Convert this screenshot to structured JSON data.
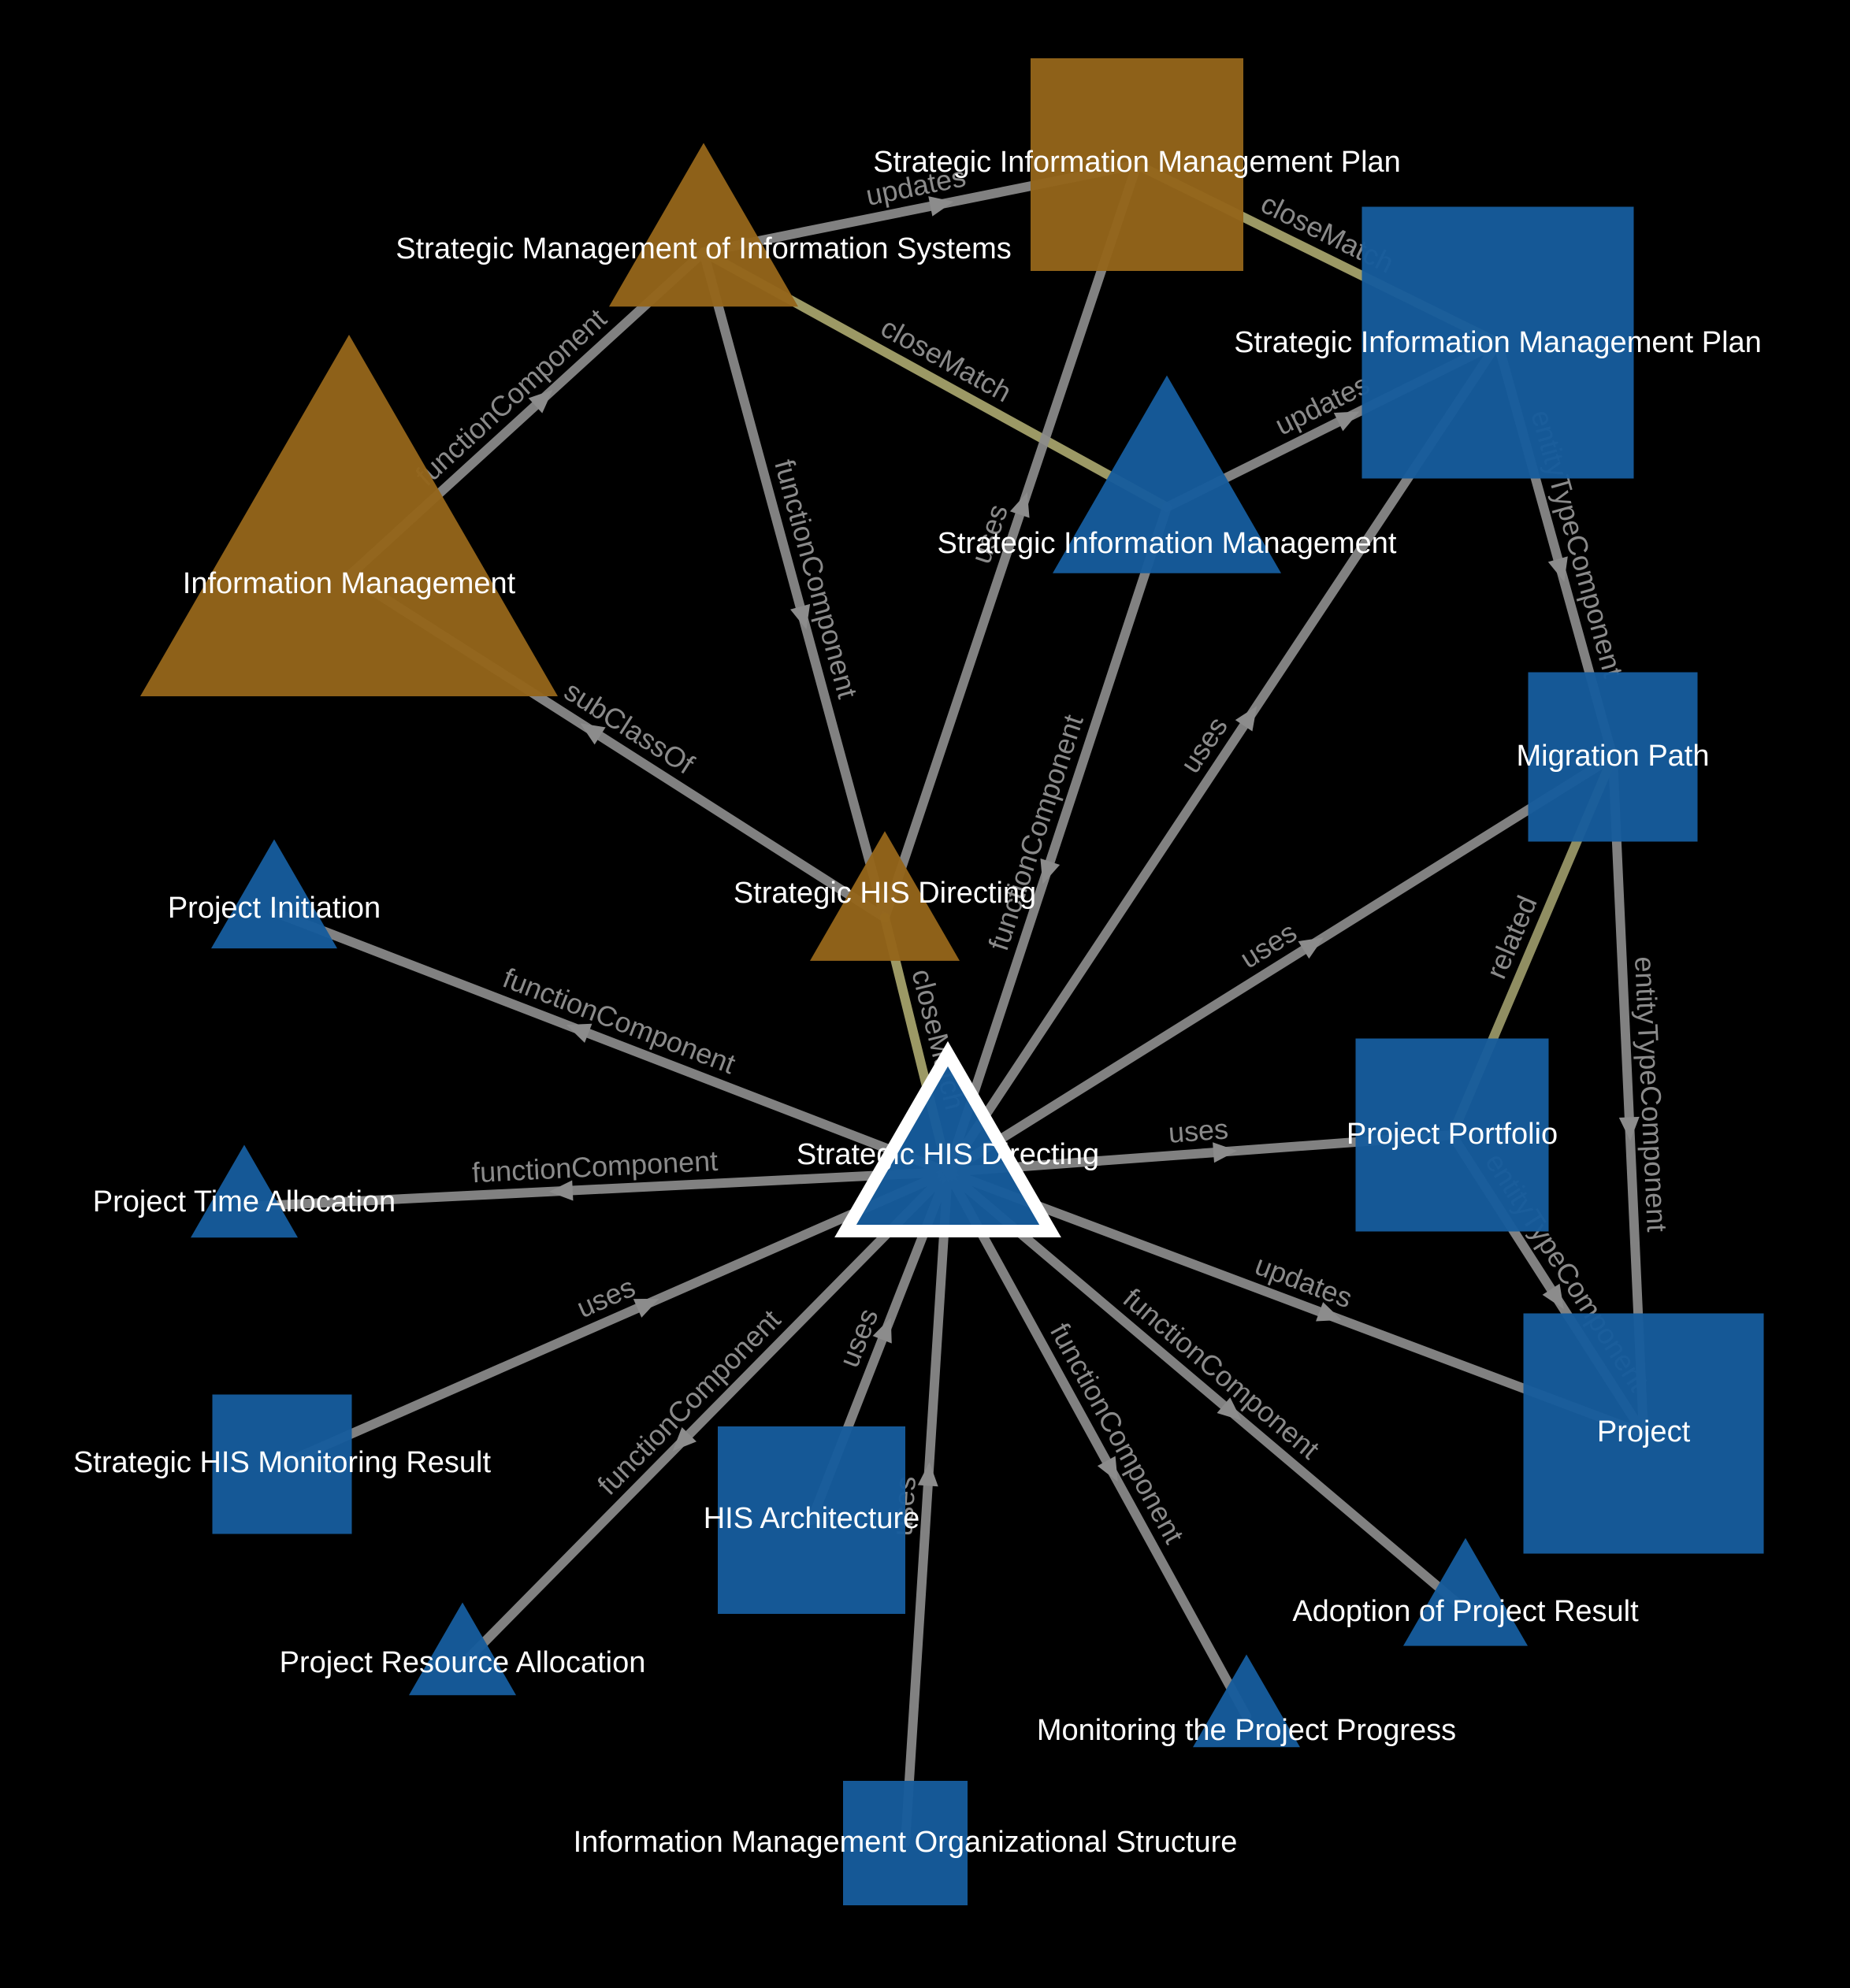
{
  "colors": {
    "background": "#000000",
    "edge": "#8c8c8c",
    "edge_close": "#a9a66e",
    "edge_related": "#9c9a6a",
    "node_orange": "#94651a",
    "node_blue": "#165c9c",
    "node_highlight_outline": "#ffffff",
    "label": "#ffffff",
    "edge_label": "#8a8a8a"
  },
  "nodes": [
    {
      "id": "smis",
      "label": "Strategic Management of Information Systems",
      "shape": "triangle",
      "color": "orange"
    },
    {
      "id": "simp_o",
      "label": "Strategic Information Management Plan",
      "shape": "square",
      "color": "orange"
    },
    {
      "id": "im",
      "label": "Information Management",
      "shape": "triangle",
      "color": "orange"
    },
    {
      "id": "shd_o",
      "label": "Strategic HIS Directing",
      "shape": "triangle",
      "color": "orange"
    },
    {
      "id": "simp_b",
      "label": "Strategic Information Management Plan",
      "shape": "square",
      "color": "blue"
    },
    {
      "id": "sim",
      "label": "Strategic Information Management",
      "shape": "triangle",
      "color": "blue"
    },
    {
      "id": "mp",
      "label": "Migration Path",
      "shape": "square",
      "color": "blue"
    },
    {
      "id": "pp",
      "label": "Project Portfolio",
      "shape": "square",
      "color": "blue"
    },
    {
      "id": "proj",
      "label": "Project",
      "shape": "square",
      "color": "blue"
    },
    {
      "id": "pi",
      "label": "Project Initiation",
      "shape": "triangle",
      "color": "blue"
    },
    {
      "id": "pta",
      "label": "Project Time Allocation",
      "shape": "triangle",
      "color": "blue"
    },
    {
      "id": "shmr",
      "label": "Strategic HIS Monitoring Result",
      "shape": "square",
      "color": "blue"
    },
    {
      "id": "pra",
      "label": "Project Resource Allocation",
      "shape": "triangle",
      "color": "blue"
    },
    {
      "id": "hisa",
      "label": "HIS Architecture",
      "shape": "square",
      "color": "blue"
    },
    {
      "id": "imos",
      "label": "Information Management Organizational Structure",
      "shape": "square",
      "color": "blue"
    },
    {
      "id": "mtpp",
      "label": "Monitoring the Project Progress",
      "shape": "triangle",
      "color": "blue"
    },
    {
      "id": "apr",
      "label": "Adoption of Project Result",
      "shape": "triangle",
      "color": "blue"
    },
    {
      "id": "shd",
      "label": "Strategic HIS Directing",
      "shape": "triangle",
      "color": "blue",
      "highlight": true
    }
  ],
  "edges": [
    {
      "from": "im",
      "to": "smis",
      "label": "functionComponent"
    },
    {
      "from": "smis",
      "to": "simp_o",
      "label": "updates"
    },
    {
      "from": "smis",
      "to": "shd_o",
      "label": "functionComponent"
    },
    {
      "from": "smis",
      "to": "sim",
      "label": "closeMatch",
      "kind": "close"
    },
    {
      "from": "simp_o",
      "to": "simp_b",
      "label": "closeMatch",
      "kind": "close"
    },
    {
      "from": "shd_o",
      "to": "im",
      "label": "subClassOf"
    },
    {
      "from": "shd_o",
      "to": "simp_o",
      "label": "uses"
    },
    {
      "from": "shd_o",
      "to": "shd",
      "label": "closeMatch",
      "kind": "close"
    },
    {
      "from": "sim",
      "to": "simp_b",
      "label": "updates"
    },
    {
      "from": "sim",
      "to": "shd",
      "label": "functionComponent"
    },
    {
      "from": "simp_b",
      "to": "mp",
      "label": "entityTypeComponent"
    },
    {
      "from": "mp",
      "to": "proj",
      "label": "entityTypeComponent"
    },
    {
      "from": "mp",
      "to": "pp",
      "label": "related",
      "kind": "related"
    },
    {
      "from": "pp",
      "to": "proj",
      "label": "entityTypeComponent"
    },
    {
      "from": "shd",
      "to": "simp_b",
      "label": "uses"
    },
    {
      "from": "shd",
      "to": "mp",
      "label": "uses"
    },
    {
      "from": "shd",
      "to": "pp",
      "label": "uses"
    },
    {
      "from": "shd",
      "to": "proj",
      "label": "updates"
    },
    {
      "from": "shd",
      "to": "pi",
      "label": "functionComponent"
    },
    {
      "from": "shd",
      "to": "pta",
      "label": "functionComponent"
    },
    {
      "from": "shmr",
      "to": "shd",
      "label": "uses"
    },
    {
      "from": "shd",
      "to": "pra",
      "label": "functionComponent"
    },
    {
      "from": "hisa",
      "to": "shd",
      "label": "uses"
    },
    {
      "from": "imos",
      "to": "shd",
      "label": "uses"
    },
    {
      "from": "shd",
      "to": "mtpp",
      "label": "functionComponent"
    },
    {
      "from": "shd",
      "to": "apr",
      "label": "functionComponent"
    }
  ]
}
